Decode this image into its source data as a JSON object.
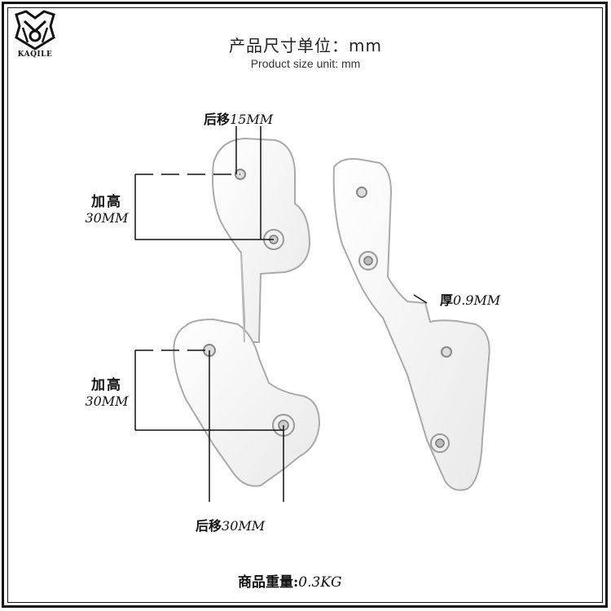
{
  "brand": {
    "logo_text": "KAQILE"
  },
  "header": {
    "title_cn": "产品尺寸单位：mm",
    "title_en": "Product size unit: mm"
  },
  "dimensions": {
    "back_offset_top": {
      "cn": "后移",
      "value": "15MM"
    },
    "raise_top": {
      "cn": "加高",
      "value": "30MM"
    },
    "raise_bottom": {
      "cn": "加高",
      "value": "30MM"
    },
    "back_offset_bottom": {
      "cn": "后移",
      "value": "30MM"
    },
    "thickness": {
      "cn": "厚",
      "value": "0.9MM"
    }
  },
  "footer": {
    "weight_cn": "商品重量:",
    "weight_value": "0.3KG"
  }
}
